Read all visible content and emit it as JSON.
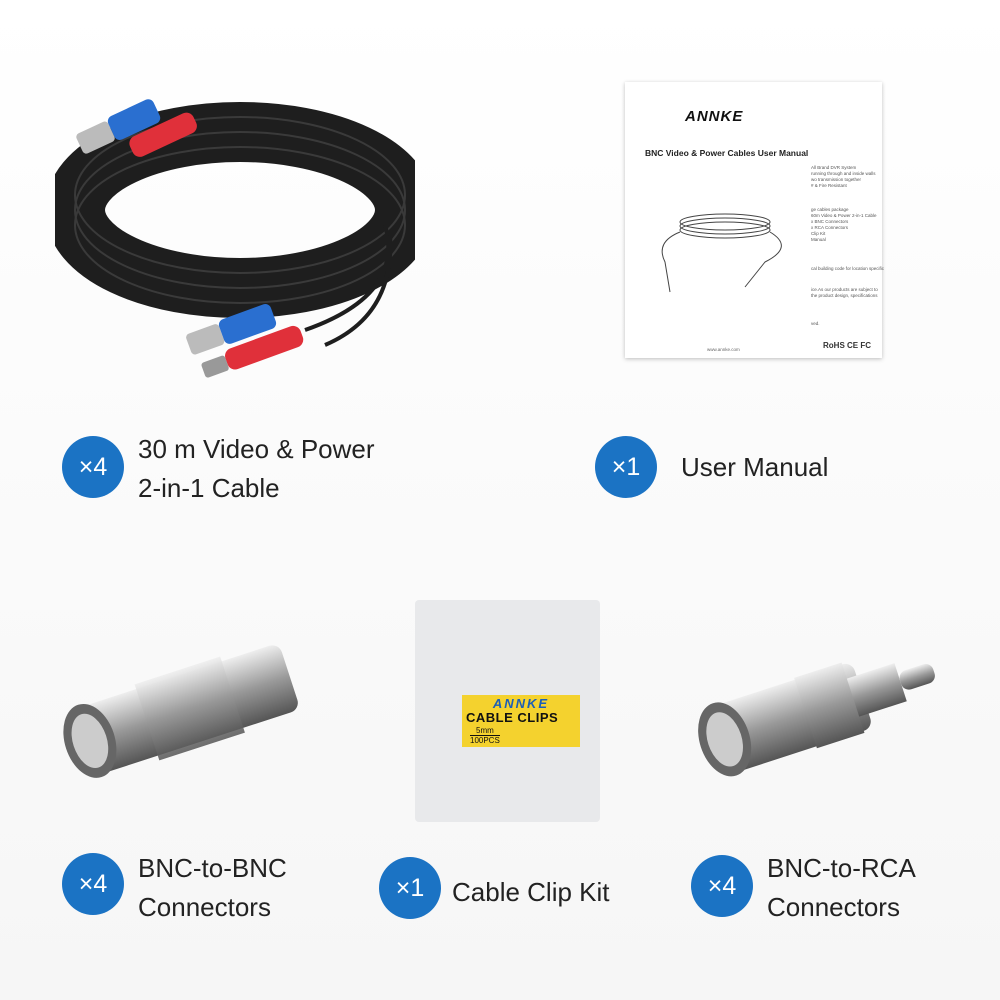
{
  "items": [
    {
      "count": "×4",
      "line1": "30 m Video & Power",
      "line2": "2-in-1 Cable"
    },
    {
      "count": "×1",
      "line1": "User Manual"
    },
    {
      "count": "×4",
      "line1": "BNC-to-BNC",
      "line2": "Connectors"
    },
    {
      "count": "×1",
      "line1": "Cable Clip Kit"
    },
    {
      "count": "×4",
      "line1": "BNC-to-RCA",
      "line2": "Connectors"
    }
  ],
  "manual": {
    "brand": "ANNKE",
    "title": "BNC Video & Power Cables User Manual",
    "side_text_1": "All Brand DVR System\nrunning through and inside walls\nwo transmission together\n# & Fire Resistant",
    "side_text_2": "ge cables package\n60m Video & Power 2-in-1 Cable\nx BNC Connectors\nx RCA Connectors\nClip Kit\nManual",
    "side_text_3": "cal building code for location specific",
    "side_text_4": "ice.As our products are subject to\nthe product design, specifications",
    "side_text_5": "ved.",
    "url": "www.annke.com",
    "certs": "RoHS CE FC"
  },
  "clips": {
    "brand": "ANNKE",
    "title": "CABLE CLIPS",
    "size": "5mm",
    "count": "100PCS"
  },
  "colors": {
    "badge": "#1b73c4",
    "cable": "#1e1e1e",
    "video_connector": "#2a6fd0",
    "power_connector": "#e0303a"
  }
}
